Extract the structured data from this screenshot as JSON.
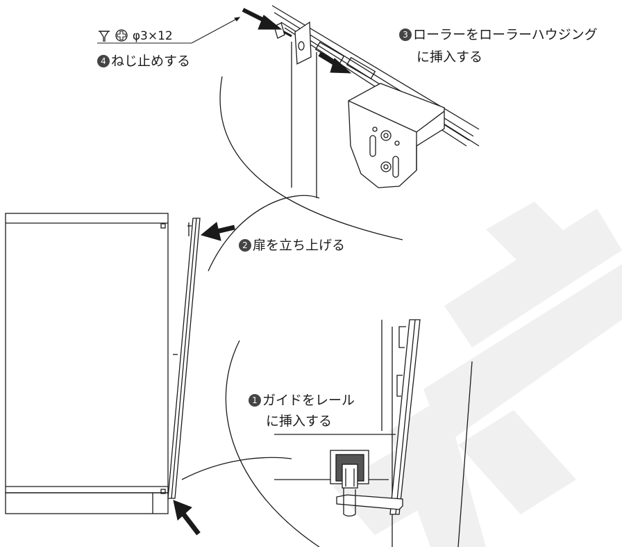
{
  "steps": [
    {
      "number": "1",
      "line1": "ガイドをレール",
      "line2": "に挿入する"
    },
    {
      "number": "2",
      "line1": "扉を立ち上げる"
    },
    {
      "number": "3",
      "line1": "ローラーをローラーハウジング",
      "line2": "に挿入する"
    },
    {
      "number": "4",
      "line1": "ねじ止めする"
    }
  ],
  "screw": {
    "size": "φ3×12",
    "head_icon": "countersunk-head-icon",
    "drive_icon": "phillips-drive-icon"
  },
  "watermark": "非売",
  "colors": {
    "line": "#1a1a1a",
    "arrow": "#1a1a1a",
    "watermark": "#f0f0f0",
    "badge": "#444444"
  }
}
